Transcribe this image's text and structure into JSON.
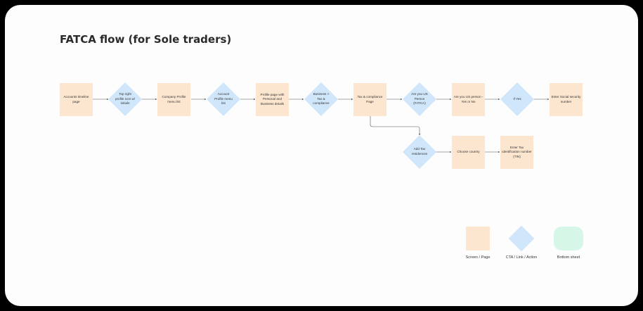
{
  "title": "FATCA flow (for Sole traders)",
  "nodes": {
    "accounts_timeline": "Accounts timeline page",
    "top_right_icon": "Top right profile icon w/ initials",
    "company_profile": "Company Profile menu list",
    "account_profile": "Account Profile menu list",
    "profile_page": "Profile page with Personal and Business details",
    "business_tax": "Business > Tax & compliance",
    "tax_page": "Tax & compliance Page",
    "are_you_us": "Are you US Person (FATCA)",
    "us_yes_no": "Are you US person - Yes or No",
    "if_yes": "If Yes",
    "enter_ssn": "Enter Social security number",
    "add_tax": "Add Tax residences",
    "choose_country": "Choose country",
    "enter_tin": "Enter Tax identification number (TIN)"
  },
  "legend": {
    "screen": "Screen / Page",
    "cta": "CTA / Link / Action",
    "sheet": "Bottom sheet"
  },
  "colors": {
    "screen": "#fde6d0",
    "cta": "#cfe6fb",
    "sheet": "#d6f7e8",
    "connector": "#555555"
  }
}
